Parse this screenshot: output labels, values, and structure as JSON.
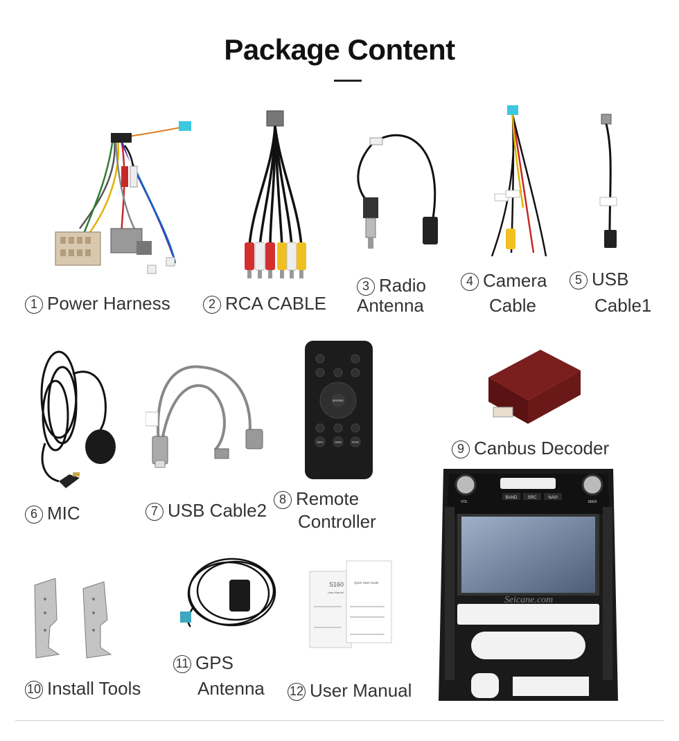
{
  "title": "Package Content",
  "items": [
    {
      "number": "1",
      "label": "Power Harness",
      "icon": "power-harness-image"
    },
    {
      "number": "2",
      "label": "RCA CABLE",
      "icon": "rca-cable-image"
    },
    {
      "number": "3",
      "label_line1": "Radio",
      "label_line2": "Antenna",
      "icon": "radio-antenna-image"
    },
    {
      "number": "4",
      "label_line1": "Camera",
      "label_line2": "Cable",
      "icon": "camera-cable-image"
    },
    {
      "number": "5",
      "label_line1": "USB",
      "label_line2": "Cable1",
      "icon": "usb-cable1-image"
    },
    {
      "number": "6",
      "label": "MIC",
      "icon": "mic-image"
    },
    {
      "number": "7",
      "label": "USB Cable2",
      "icon": "usb-cable2-image"
    },
    {
      "number": "8",
      "label_line1": "Remote",
      "label_line2": "Controller",
      "icon": "remote-controller-image",
      "remote_keys": [
        "ENTER",
        "NAV",
        "SND",
        "DVD"
      ]
    },
    {
      "number": "9",
      "label": "Canbus Decoder",
      "icon": "canbus-decoder-image"
    },
    {
      "number": "10",
      "label": "Install Tools",
      "icon": "install-tools-image"
    },
    {
      "number": "11",
      "label_line1": "GPS",
      "label_line2": "Antenna",
      "icon": "gps-antenna-image"
    },
    {
      "number": "12",
      "label": "User Manual",
      "icon": "user-manual-image",
      "manual_text": [
        "S160",
        "User Manual",
        "Quick Start Guide"
      ]
    }
  ],
  "head_unit": {
    "watermark": "Seicane.com",
    "buttons": [
      "BAND",
      "SRC",
      "NAVI"
    ],
    "vol_label": "VOL",
    "seek_label": "SEEK"
  }
}
